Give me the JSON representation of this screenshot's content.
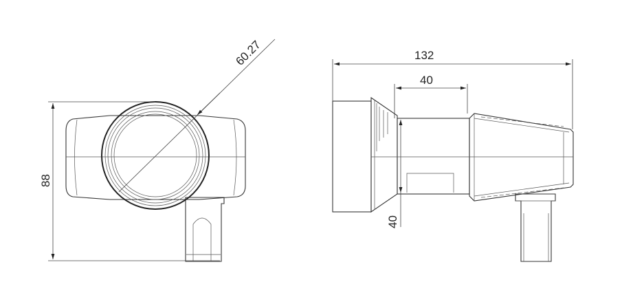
{
  "dimensions": {
    "front_diameter": "60.27",
    "front_height": "88",
    "side_length": "132",
    "side_tube_length": "40",
    "side_tube_height": "40"
  },
  "colors": {
    "line": "#333333",
    "background": "#ffffff"
  }
}
